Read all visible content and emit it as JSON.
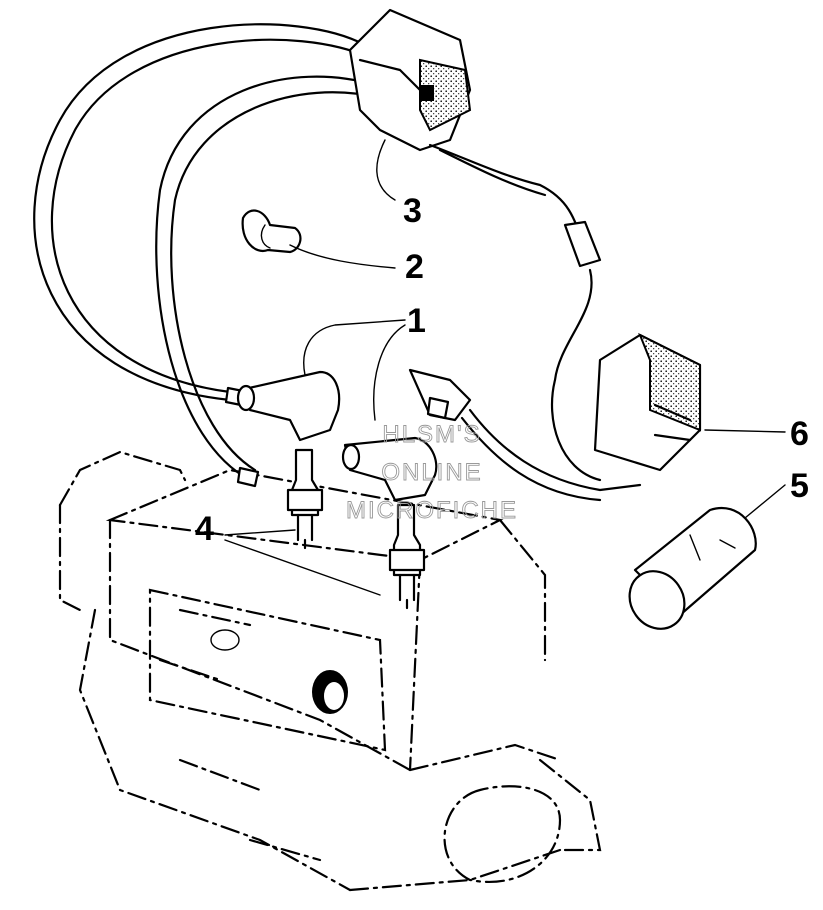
{
  "callouts": [
    {
      "id": "1",
      "label": "1"
    },
    {
      "id": "2",
      "label": "2"
    },
    {
      "id": "3",
      "label": "3"
    },
    {
      "id": "4",
      "label": "4"
    },
    {
      "id": "5",
      "label": "5"
    },
    {
      "id": "6",
      "label": "6"
    }
  ],
  "watermark": {
    "line1": "HLSM'S",
    "line2": "ONLINE",
    "line3": "MICROFICHE"
  }
}
